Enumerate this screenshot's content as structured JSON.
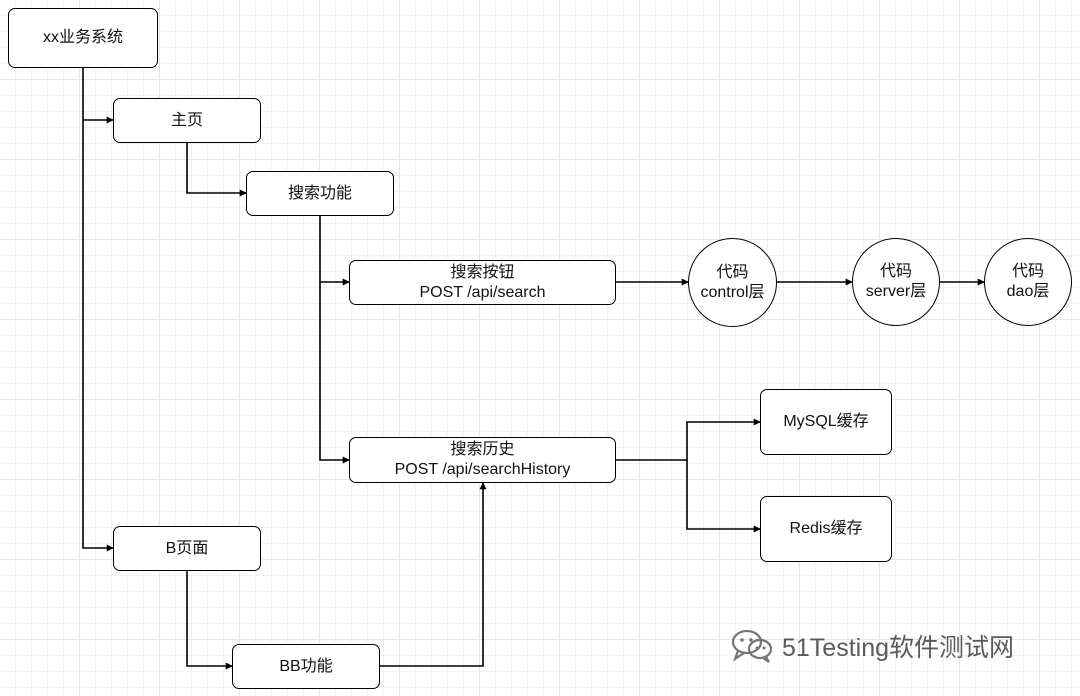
{
  "nodes": {
    "root": "xx业务系统",
    "home": "主页",
    "search_feature": "搜索功能",
    "search_button": {
      "line1": "搜索按钮",
      "line2": "POST /api/search"
    },
    "search_history": {
      "line1": "搜索历史",
      "line2": "POST /api/searchHistory"
    },
    "control_layer": {
      "line1": "代码",
      "line2": "control层"
    },
    "server_layer": {
      "line1": "代码",
      "line2": "server层"
    },
    "dao_layer": {
      "line1": "代码",
      "line2": "dao层"
    },
    "mysql_cache": "MySQL缓存",
    "redis_cache": "Redis缓存",
    "b_page": "B页面",
    "bb_feature": "BB功能"
  },
  "watermark": {
    "text": "51Testing软件测试网",
    "icon": "wechat-icon"
  },
  "colors": {
    "line": "#000000",
    "grid": "#e6e6e6",
    "node_fill": "#ffffff"
  }
}
